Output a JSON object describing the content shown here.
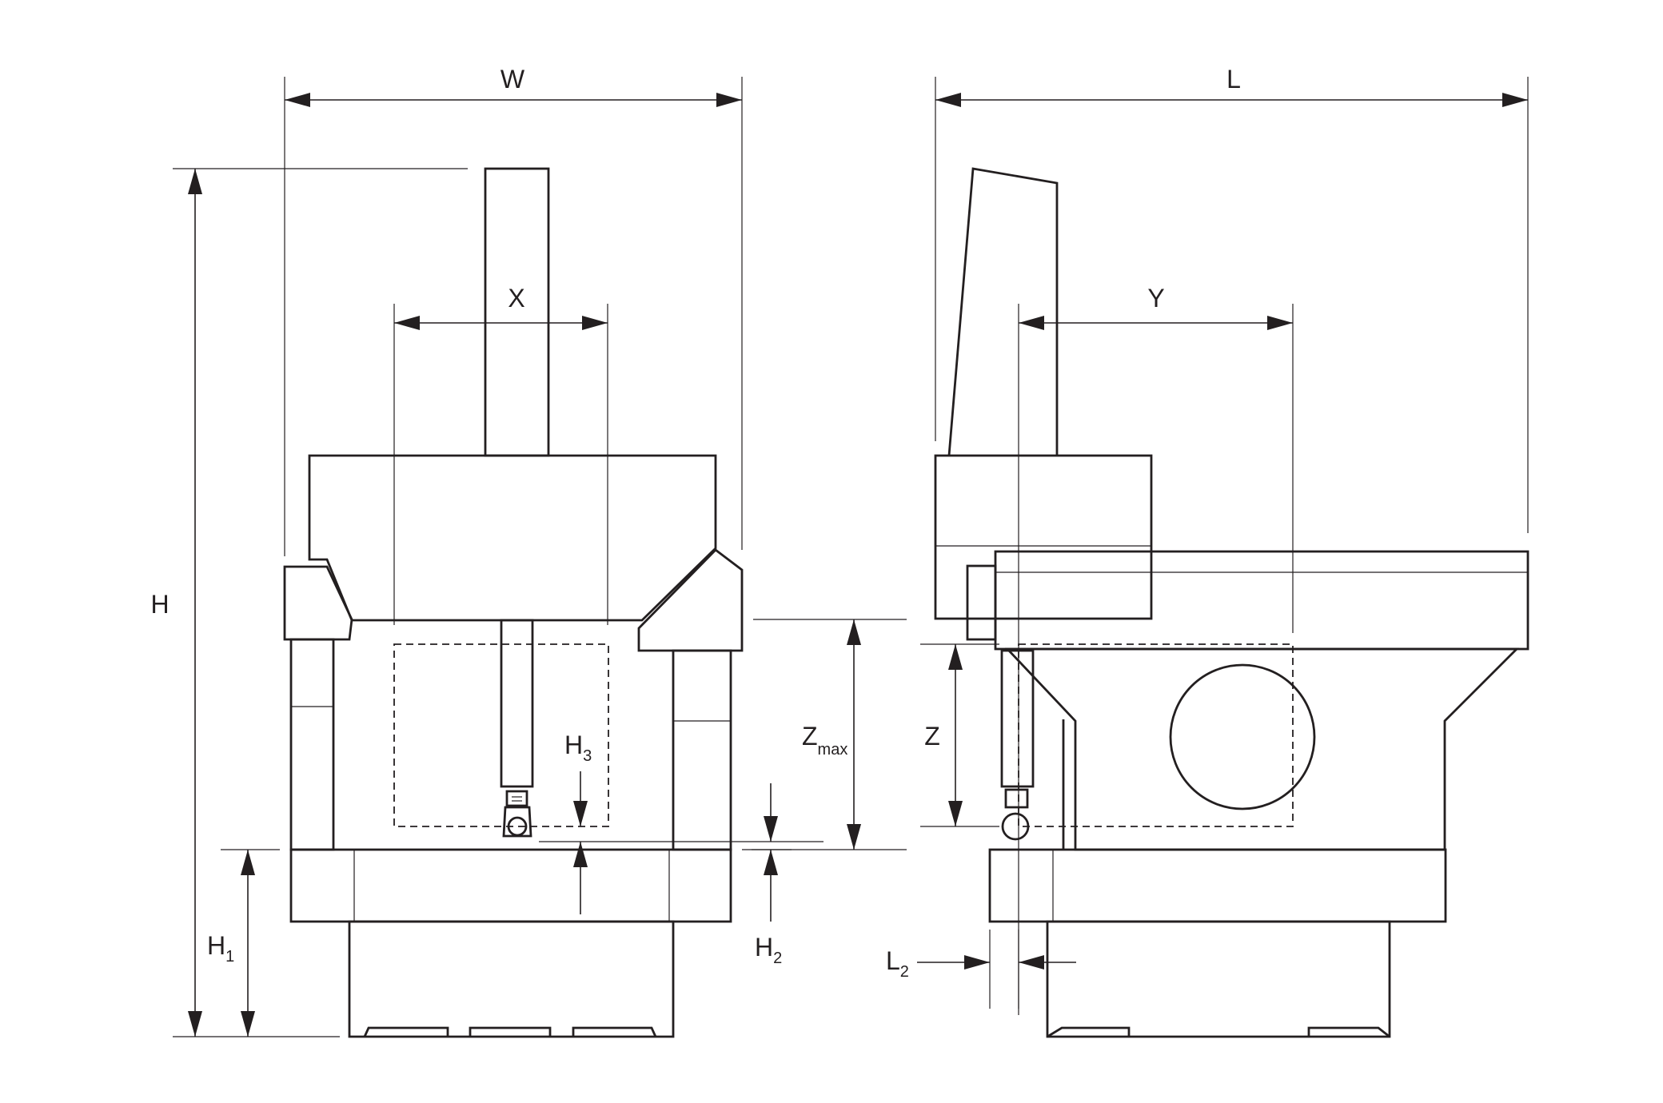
{
  "labels": {
    "W": "W",
    "L": "L",
    "H": "H",
    "X": "X",
    "Y": "Y",
    "Z": "Z",
    "Zmax_main": "Z",
    "Zmax_sub": "max",
    "H1_main": "H",
    "H1_sub": "1",
    "H2_main": "H",
    "H2_sub": "2",
    "H3_main": "H",
    "H3_sub": "3",
    "L2_main": "L",
    "L2_sub": "2"
  },
  "colors": {
    "line": "#231f20",
    "background": "#ffffff"
  }
}
